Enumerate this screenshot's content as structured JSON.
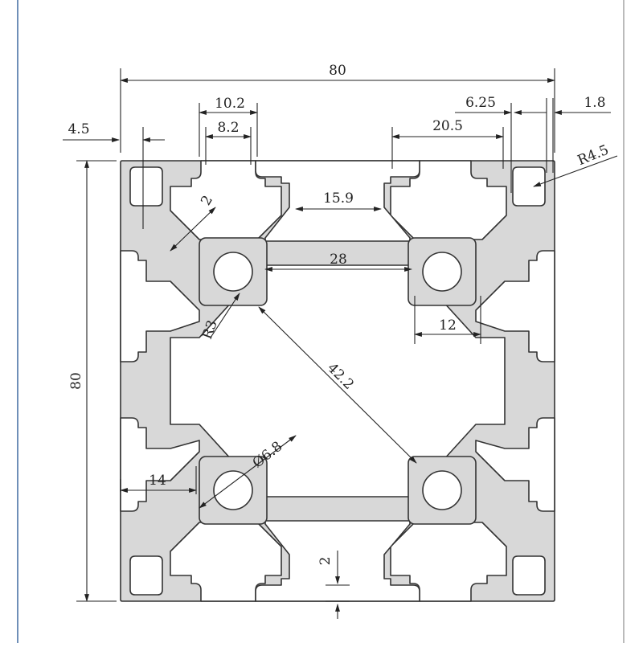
{
  "colors": {
    "profile_fill": "#d8d8d8",
    "profile_stroke": "#333333",
    "dimension_line": "#222222",
    "frame_blue": "#6f8fb8",
    "frame_grey": "#bbbbbb"
  },
  "dimensions": {
    "overall_width": "80",
    "overall_height": "80",
    "slot_width_outer": "10.2",
    "slot_width_inner": "8.2",
    "side_offset": "4.5",
    "wall_2_top": "2",
    "wall_2_bottom": "2",
    "inner_width": "15.9",
    "slot_span": "20.5",
    "lip_6_25": "6.25",
    "lip_1_8": "1.8",
    "radius_4_5": "R4.5",
    "hole_pitch": "28",
    "core_width": "12",
    "radius_3": "R3",
    "diagonal": "42.2",
    "hole_dia": "Ø6.8",
    "offset_14": "14"
  }
}
